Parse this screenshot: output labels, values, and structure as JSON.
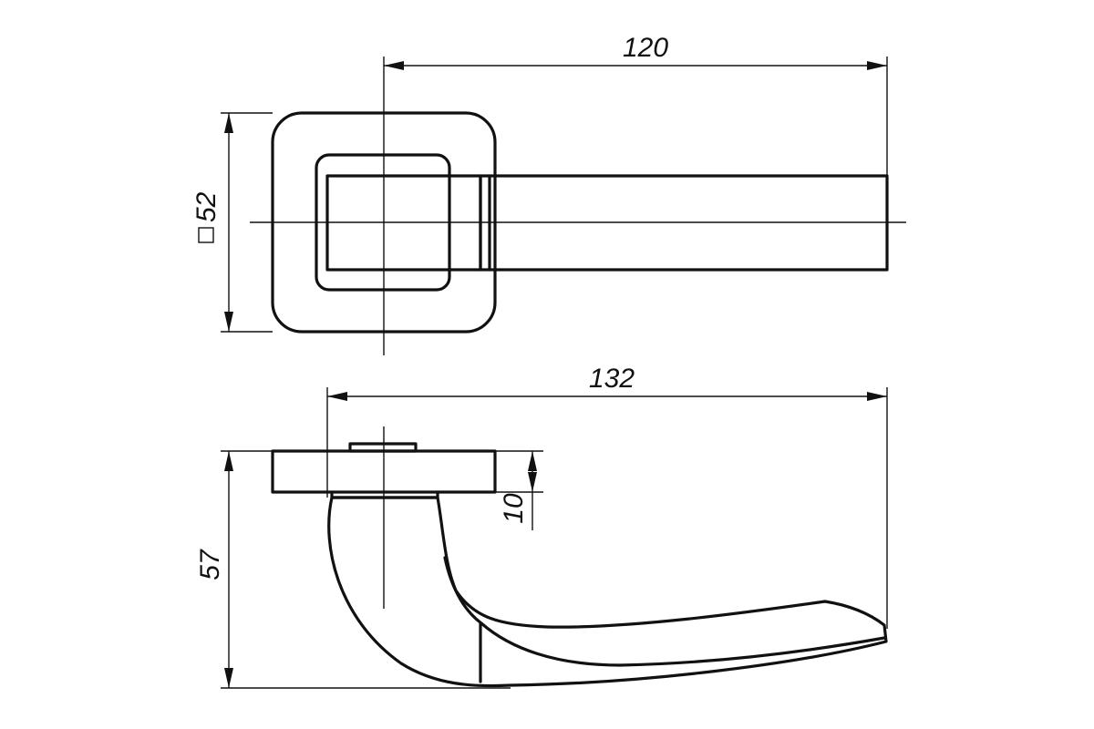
{
  "drawing": {
    "top_view": {
      "length_label": "120",
      "rosette_label": "52"
    },
    "side_view": {
      "length_label": "132",
      "height_label": "57",
      "rosette_thickness_label": "10"
    },
    "colors": {
      "line": "#111111",
      "background": "#ffffff"
    }
  }
}
